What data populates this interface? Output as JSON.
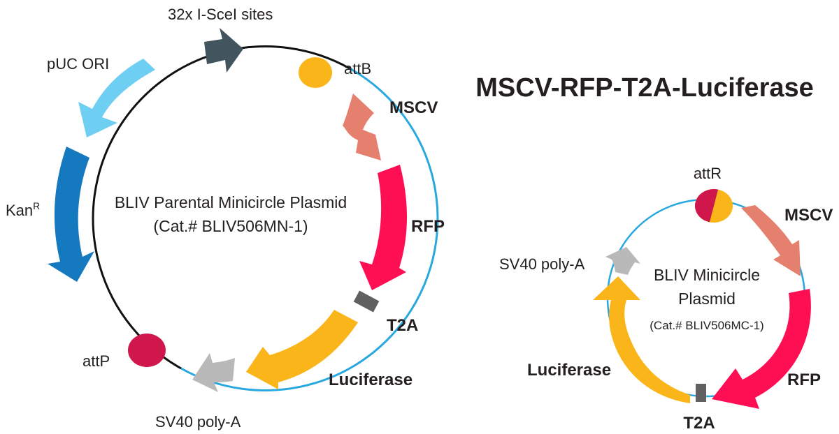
{
  "title": "MSCV-RFP-T2A-Luciferase",
  "colors": {
    "backbone": "#111111",
    "cassette_line": "#29a8e0",
    "attB": "#f9b51a",
    "attP": "#d0174c",
    "attR_left": "#d0174c",
    "attR_right": "#f9b51a",
    "mscv": "#e6806e",
    "rfp": "#fe0e53",
    "t2a": "#616161",
    "luciferase": "#f9b51a",
    "sv40": "#b9b9b9",
    "kan": "#1479bf",
    "puc_ori": "#6fcff2",
    "isceI": "#42555f"
  },
  "parental": {
    "name": "BLIV Parental Minicircle Plasmid",
    "catalog": "(Cat.# BLIV506MN-1)",
    "labels": {
      "isceI": "32x I-SceI sites",
      "attB": "attB",
      "mscv": "MSCV",
      "rfp": "RFP",
      "t2a": "T2A",
      "luciferase": "Luciferase",
      "sv40": "SV40 poly-A",
      "attP": "attP",
      "kan": "Kan",
      "kan_sup": "R",
      "puc_ori": "pUC ORI"
    }
  },
  "minicircle": {
    "name_line1": "BLIV Minicircle",
    "name_line2": "Plasmid",
    "catalog": "(Cat.# BLIV506MC-1)",
    "labels": {
      "attR": "attR",
      "mscv": "MSCV",
      "rfp": "RFP",
      "t2a": "T2A",
      "luciferase": "Luciferase",
      "sv40": "SV40 poly-A"
    }
  }
}
